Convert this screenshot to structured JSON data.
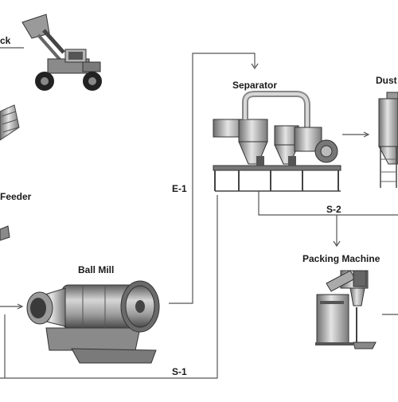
{
  "labels": {
    "loader": "ck",
    "separator": "Separator",
    "dust": "Dust",
    "feeder": "Feeder",
    "e1": "E-1",
    "s2": "S-2",
    "packing": "Packing Machine",
    "ball_mill": "Ball Mill",
    "s1": "S-1"
  }
}
